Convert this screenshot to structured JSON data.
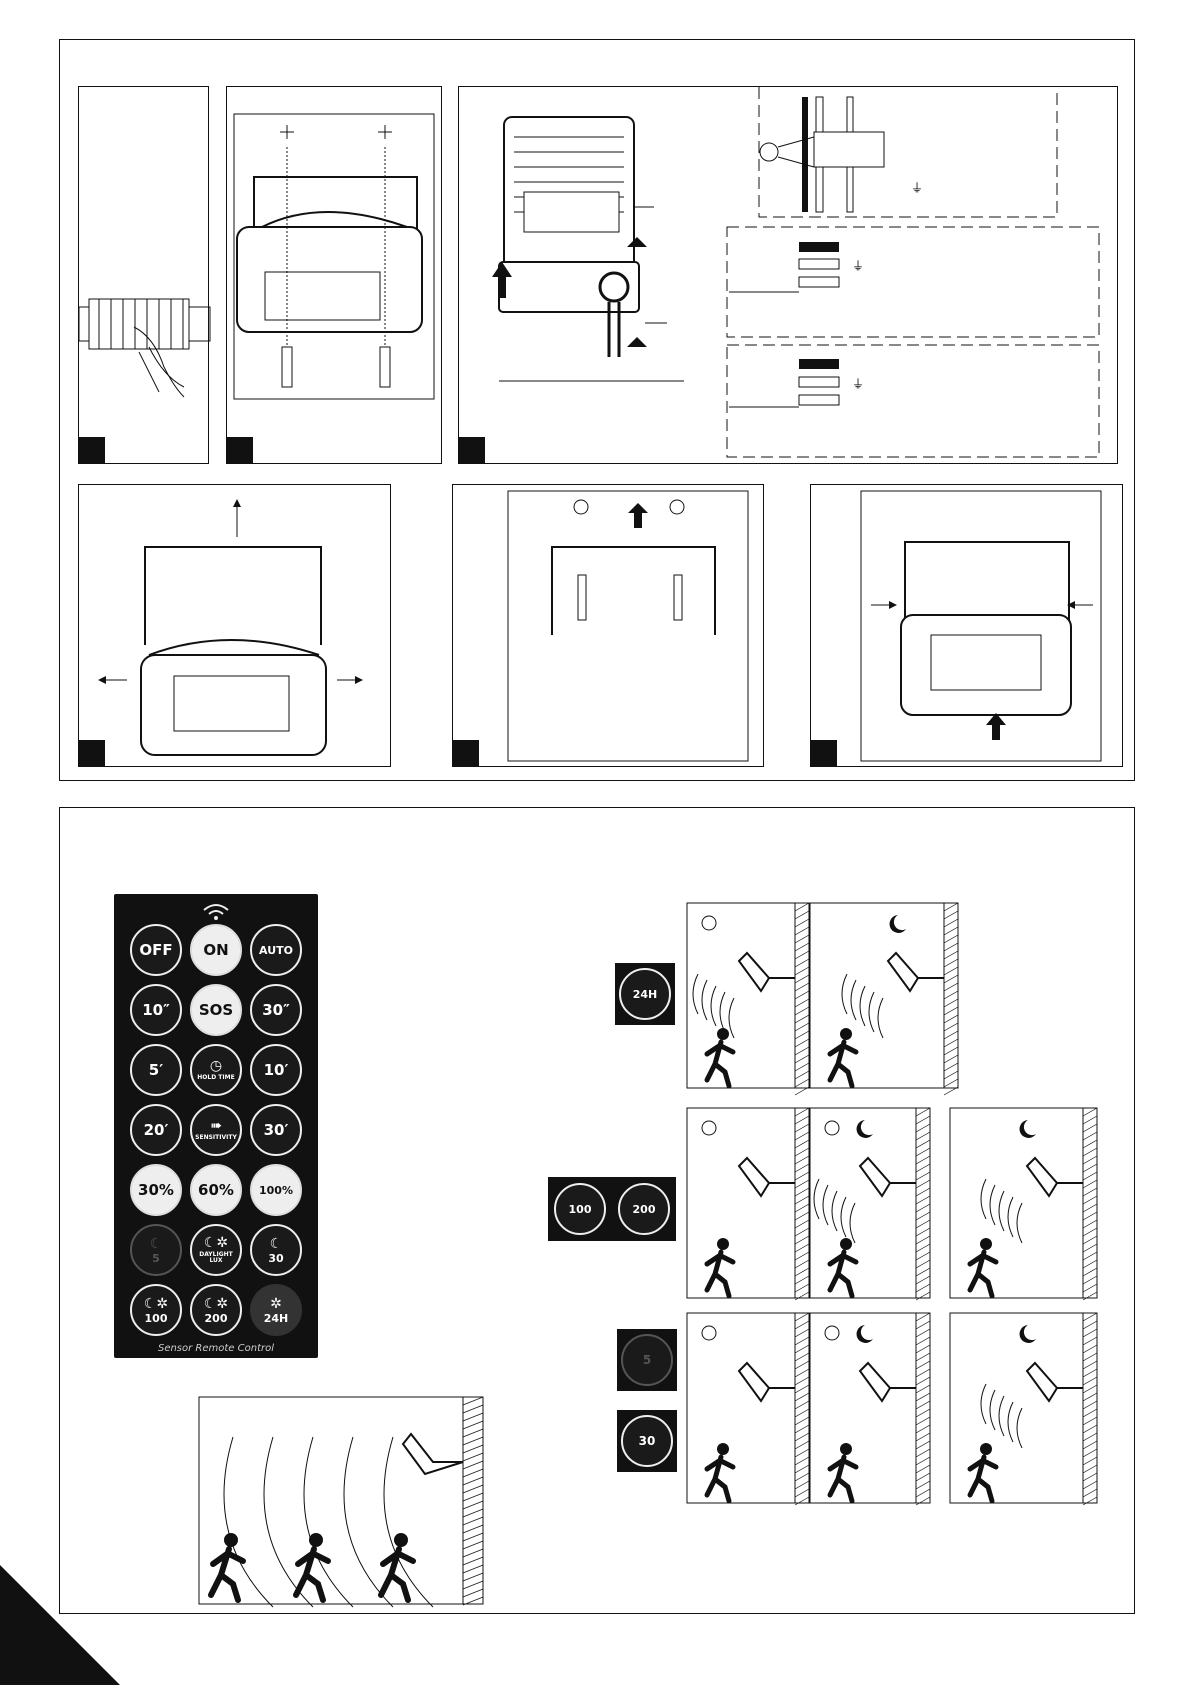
{
  "ground_symbol": "⏚",
  "icons": {
    "up": "up-arrow-icon",
    "left": "left-arrow-icon",
    "right": "right-arrow-icon",
    "sun": "sun-icon",
    "moon": "moon-icon",
    "wifi": "wireless-signal-icon",
    "clock": "clock-icon",
    "person": "walking-person-icon"
  },
  "remote": {
    "label": "Sensor Remote Control",
    "buttons": [
      {
        "label": "OFF",
        "style": "outline"
      },
      {
        "label": "ON",
        "style": "fill"
      },
      {
        "label": "AUTO",
        "style": "outline"
      },
      {
        "label": "10″",
        "style": "outline"
      },
      {
        "label": "SOS",
        "style": "fill"
      },
      {
        "label": "30″",
        "style": "outline"
      },
      {
        "label": "5′",
        "style": "outline"
      },
      {
        "label": "HOLD TIME",
        "style": "outline",
        "icon": "clock"
      },
      {
        "label": "10′",
        "style": "outline"
      },
      {
        "label": "20′",
        "style": "outline"
      },
      {
        "label": "SENSITIVITY",
        "style": "outline",
        "icon": "arrow"
      },
      {
        "label": "30′",
        "style": "outline"
      },
      {
        "label": "30%",
        "style": "fill"
      },
      {
        "label": "60%",
        "style": "fill"
      },
      {
        "label": "100%",
        "style": "fill"
      },
      {
        "label": "5",
        "style": "dim",
        "icon": "moon"
      },
      {
        "label": "DAYLIGHT LUX",
        "style": "outline",
        "icon": "moonsun"
      },
      {
        "label": "30",
        "style": "outline",
        "icon": "moon"
      },
      {
        "label": "100",
        "style": "outline",
        "icon": "moonsun"
      },
      {
        "label": "200",
        "style": "outline",
        "icon": "moonsun"
      },
      {
        "label": "24H",
        "style": "dark",
        "icon": "sun"
      }
    ]
  },
  "chips": {
    "row1": [
      {
        "label": "24H"
      }
    ],
    "row2": [
      {
        "label": "100"
      },
      {
        "label": "200"
      }
    ],
    "row3a": [
      {
        "label": "5"
      }
    ],
    "row3b": [
      {
        "label": "30"
      }
    ]
  }
}
